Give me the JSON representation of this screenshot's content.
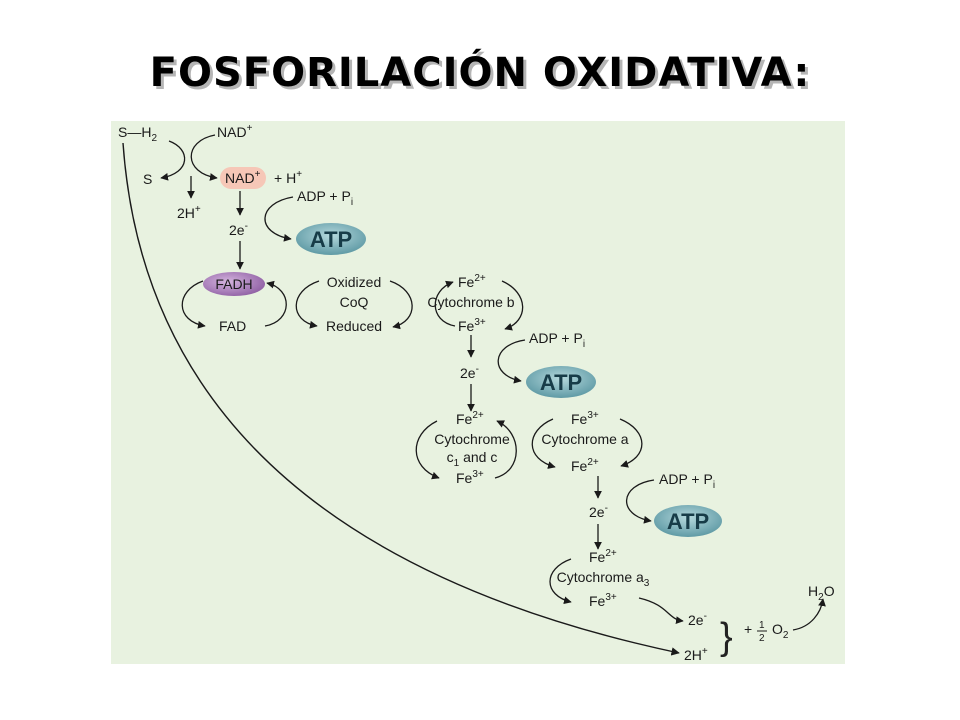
{
  "title": "FOSFORILACIÓN OXIDATIVA:",
  "colors": {
    "panel_bg": "#e8f2e0",
    "nad_pill": "#f6c7b7",
    "fadh_pill": "#a77bb5",
    "atp_pill": "#86b8c0",
    "arrow": "#1a1a1a"
  },
  "diagram": {
    "sh2": {
      "s": "S",
      "h": "H",
      "sub": "2"
    },
    "nad_plus": {
      "text": "NAD",
      "sup": "+"
    },
    "s": "S",
    "nad_pill": {
      "text": "NAD",
      "sup": "+"
    },
    "plus_h": {
      "text": "+ H",
      "sup": "+"
    },
    "two_h_plus": {
      "text": "2H",
      "sup": "+"
    },
    "adp_pi_1": {
      "text": "ADP + P",
      "sub": "i"
    },
    "two_e_1": {
      "text": "2e",
      "sup": "-"
    },
    "atp_1": "ATP",
    "fadh": "FADH",
    "fad": "FAD",
    "oxidized": "Oxidized",
    "coq": "CoQ",
    "reduced": "Reduced",
    "fe2_b": {
      "text": "Fe",
      "sup": "2+"
    },
    "cyt_b": "Cytochrome b",
    "fe3_b": {
      "text": "Fe",
      "sup": "3+"
    },
    "adp_pi_2": {
      "text": "ADP + P",
      "sub": "i"
    },
    "two_e_2": {
      "text": "2e",
      "sup": "-"
    },
    "atp_2": "ATP",
    "fe2_c": {
      "text": "Fe",
      "sup": "2+"
    },
    "cyt_c": "Cytochrome",
    "c1_and_c": {
      "c": "c",
      "sub": "1",
      "rest": " and c"
    },
    "fe3_c": {
      "text": "Fe",
      "sup": "3+"
    },
    "fe3_a": {
      "text": "Fe",
      "sup": "3+"
    },
    "cyt_a": "Cytochrome a",
    "fe2_a": {
      "text": "Fe",
      "sup": "2+"
    },
    "adp_pi_3": {
      "text": "ADP + P",
      "sub": "i"
    },
    "two_e_3": {
      "text": "2e",
      "sup": "-"
    },
    "atp_3": "ATP",
    "fe2_a3": {
      "text": "Fe",
      "sup": "2+"
    },
    "cyt_a3": {
      "text": "Cytochrome a",
      "sub": "3"
    },
    "fe3_a3": {
      "text": "Fe",
      "sup": "3+"
    },
    "two_e_4": {
      "text": "2e",
      "sup": "-"
    },
    "two_h_plus_2": {
      "text": "2H",
      "sup": "+"
    },
    "brace": "}",
    "plus_half_o2": {
      "plus": "+",
      "num": "1",
      "den": "2",
      "o": "O",
      "sub": "2"
    },
    "h2o": {
      "h": "H",
      "sub": "2",
      "o": "O"
    }
  }
}
